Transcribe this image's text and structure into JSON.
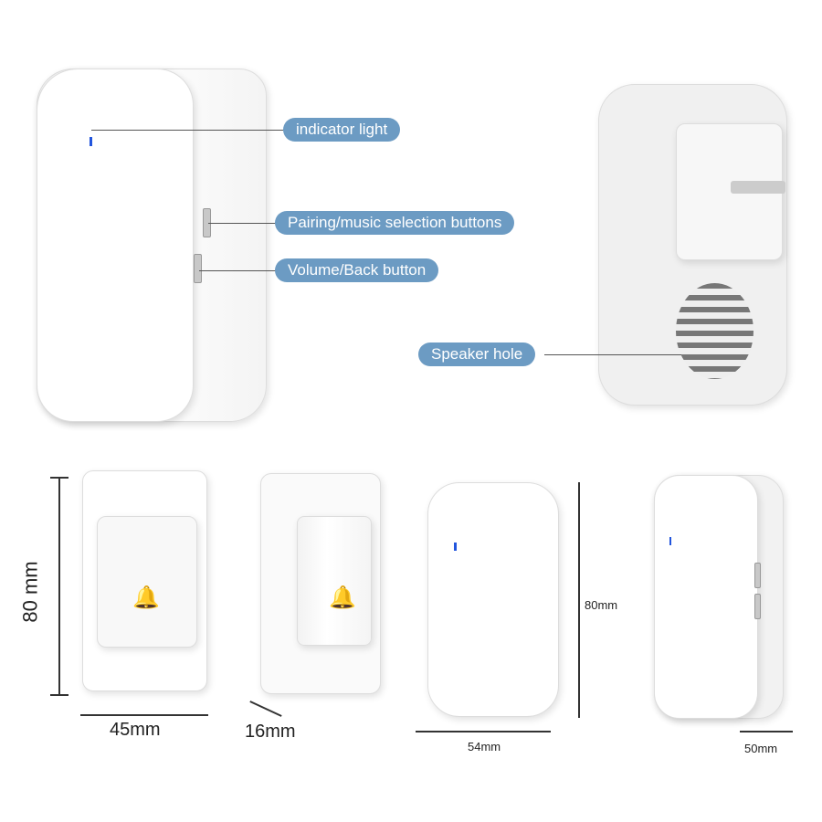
{
  "callouts": {
    "indicator": "indicator light",
    "pairing": "Pairing/music selection buttons",
    "volume": "Volume/Back button",
    "speaker": "Speaker hole"
  },
  "dimensions": {
    "button_height": "80 mm",
    "button_width": "45mm",
    "button_depth": "16mm",
    "receiver_height": "80mm",
    "receiver_width": "54mm",
    "receiver_depth": "50mm"
  },
  "colors": {
    "label_bg": "#6c9bc3",
    "indicator": "#2255dd"
  }
}
